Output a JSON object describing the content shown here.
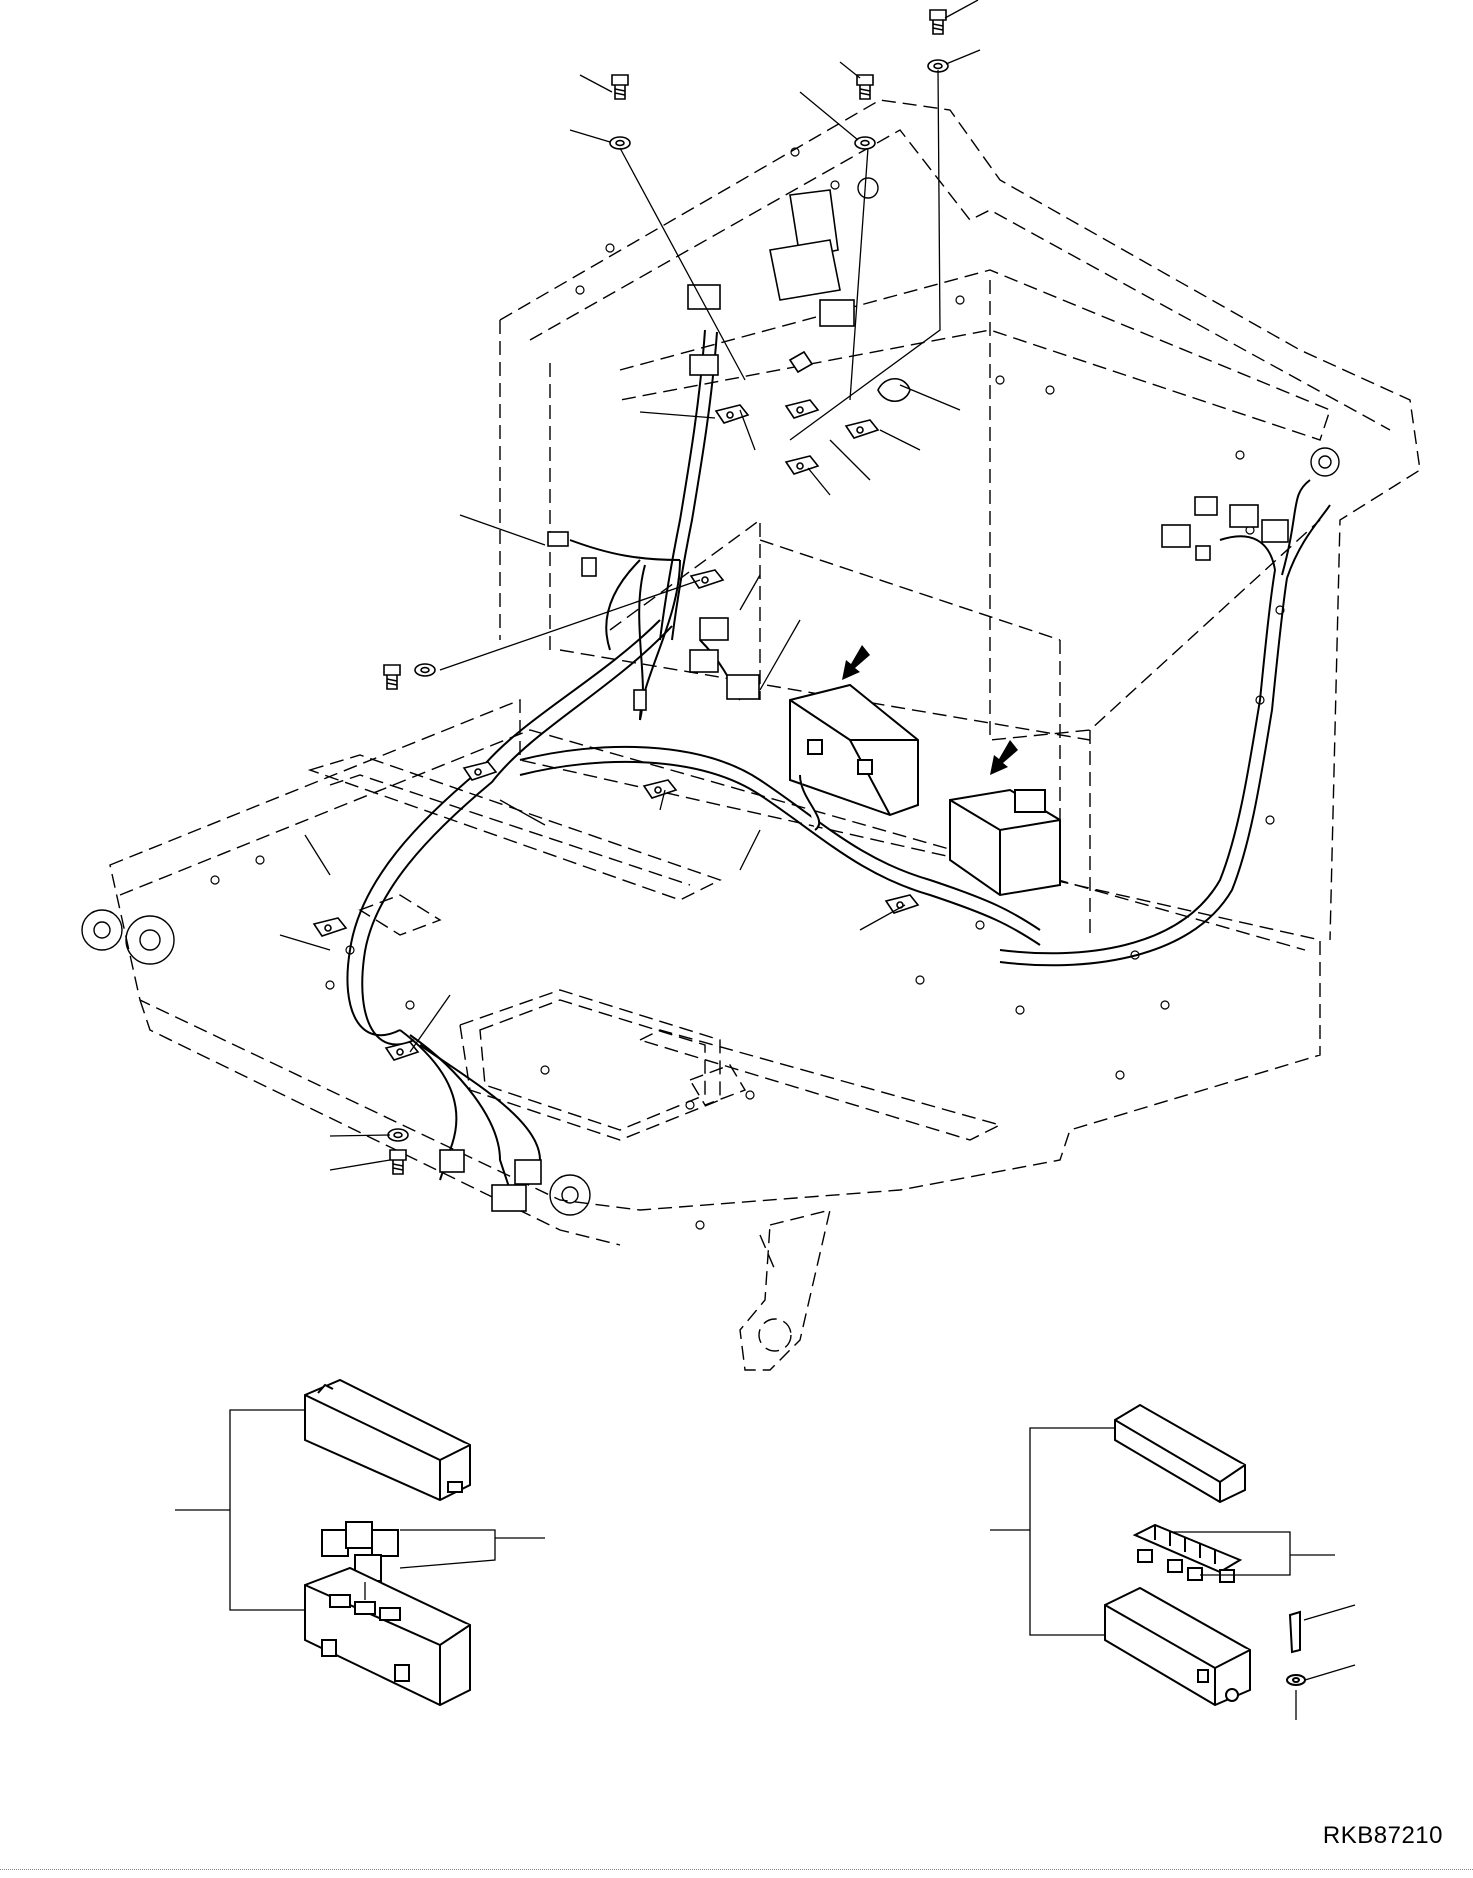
{
  "drawing": {
    "code": "RKB87210"
  },
  "assemblies": {
    "main": "wiring-harness-on-operator-floor",
    "relay_box": "relay-box-exploded",
    "fuse_box": "fuse-box-exploded"
  },
  "colors": {
    "line": "#000000",
    "background": "#ffffff"
  }
}
